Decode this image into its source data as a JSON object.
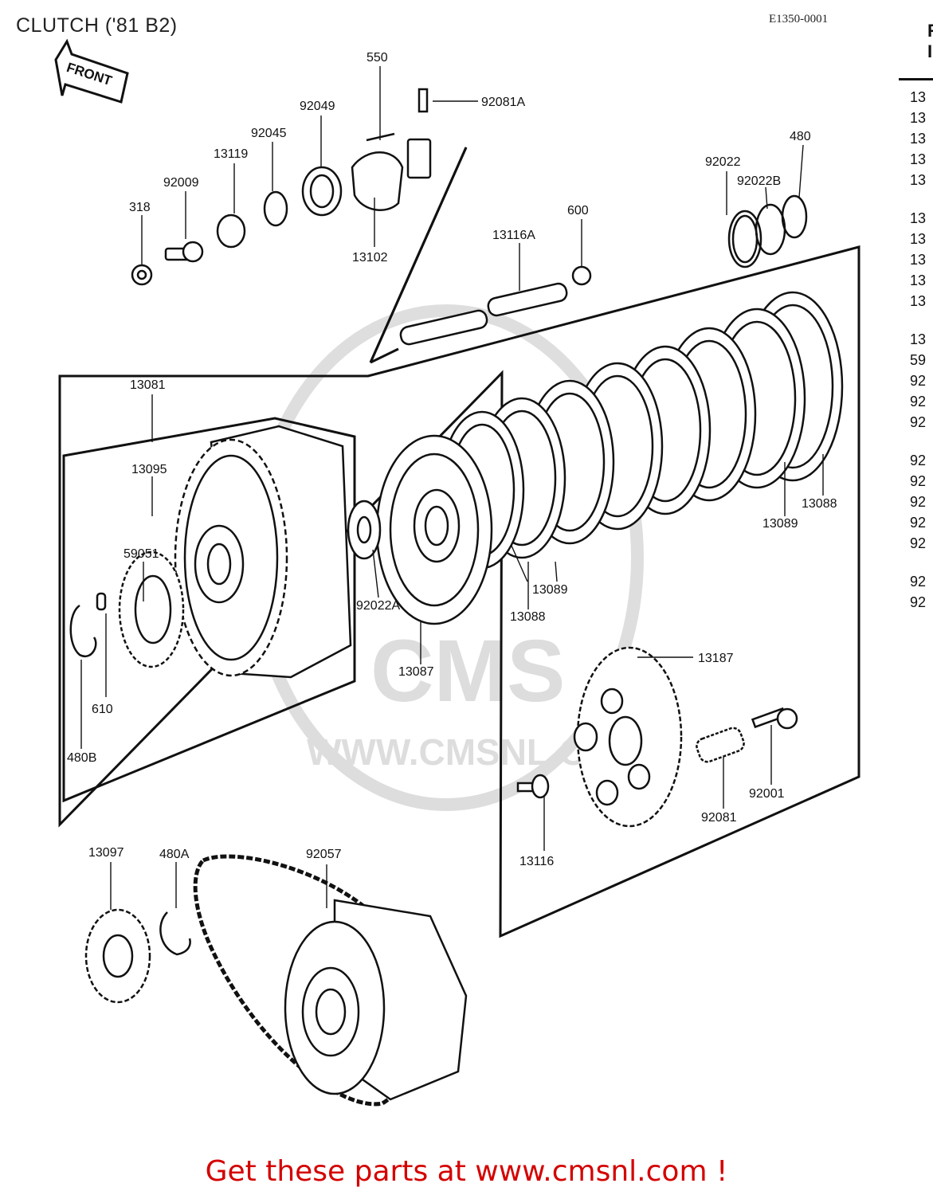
{
  "title": "CLUTCH ('81 B2)",
  "diagram_code": "E1350-0001",
  "front_label": "FRONT",
  "watermark": {
    "brand": "CMS",
    "url": "WWW.CMSNL.CO"
  },
  "parts": [
    {
      "id": "p550",
      "label": "550"
    },
    {
      "id": "p92081A",
      "label": "92081A"
    },
    {
      "id": "p92049",
      "label": "92049"
    },
    {
      "id": "p92045",
      "label": "92045"
    },
    {
      "id": "p13119",
      "label": "13119"
    },
    {
      "id": "p92009",
      "label": "92009"
    },
    {
      "id": "p318",
      "label": "318"
    },
    {
      "id": "p13102",
      "label": "13102"
    },
    {
      "id": "p13116A",
      "label": "13116A"
    },
    {
      "id": "p600",
      "label": "600"
    },
    {
      "id": "p480",
      "label": "480"
    },
    {
      "id": "p92022",
      "label": "92022"
    },
    {
      "id": "p92022B",
      "label": "92022B"
    },
    {
      "id": "p13081",
      "label": "13081"
    },
    {
      "id": "p13095",
      "label": "13095"
    },
    {
      "id": "p59051",
      "label": "59051"
    },
    {
      "id": "p92022A",
      "label": "92022A"
    },
    {
      "id": "p13087",
      "label": "13087"
    },
    {
      "id": "p13088a",
      "label": "13088"
    },
    {
      "id": "p13089a",
      "label": "13089"
    },
    {
      "id": "p13089b",
      "label": "13089"
    },
    {
      "id": "p13088b",
      "label": "13088"
    },
    {
      "id": "p610",
      "label": "610"
    },
    {
      "id": "p480B",
      "label": "480B"
    },
    {
      "id": "p13187",
      "label": "13187"
    },
    {
      "id": "p92081",
      "label": "92081"
    },
    {
      "id": "p92001",
      "label": "92001"
    },
    {
      "id": "p13116",
      "label": "13116"
    },
    {
      "id": "p13097",
      "label": "13097"
    },
    {
      "id": "p480A",
      "label": "480A"
    },
    {
      "id": "p92057",
      "label": "92057"
    }
  ],
  "right_column": {
    "header": [
      "R",
      "I"
    ],
    "rows": [
      "13",
      "13",
      "13",
      "13",
      "13",
      "13",
      "13",
      "13",
      "13",
      "13",
      "13",
      "59",
      "92",
      "92",
      "92",
      "92",
      "92",
      "92",
      "92",
      "92",
      "92",
      "92"
    ]
  },
  "footer": "Get these parts at www.cmsnl.com !"
}
